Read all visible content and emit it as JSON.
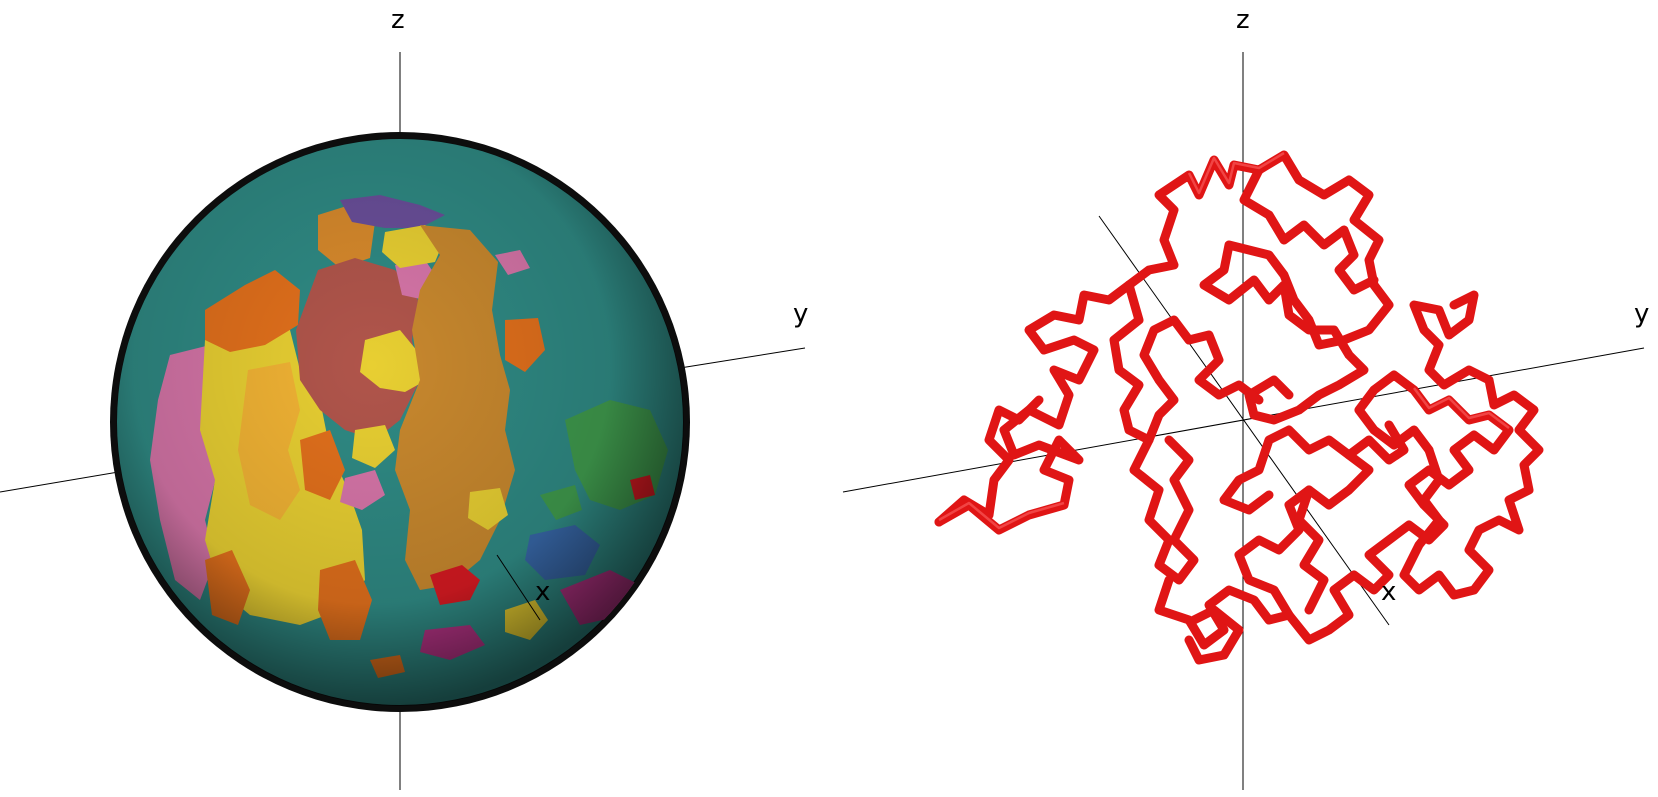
{
  "panels": {
    "surface": {
      "axes": {
        "z": "z",
        "y": "y",
        "x": "x"
      },
      "colors": {
        "base": "#2f8a84",
        "rim": "#0d0d0d",
        "orange": "#e2701c",
        "gold": "#c8882e",
        "yellow": "#e8cf32",
        "amber": "#f1b334",
        "brown": "#b0554b",
        "pink": "#d675a8",
        "purple": "#6a4f9a",
        "red": "#d81a22",
        "green": "#3f9a4d",
        "blue": "#3766a6",
        "magenta": "#b43384"
      }
    },
    "backbone": {
      "axes": {
        "z": "z",
        "y": "y",
        "x": "x"
      },
      "colors": {
        "tube": "#e01515",
        "tube_dark": "#8a0808"
      }
    }
  }
}
